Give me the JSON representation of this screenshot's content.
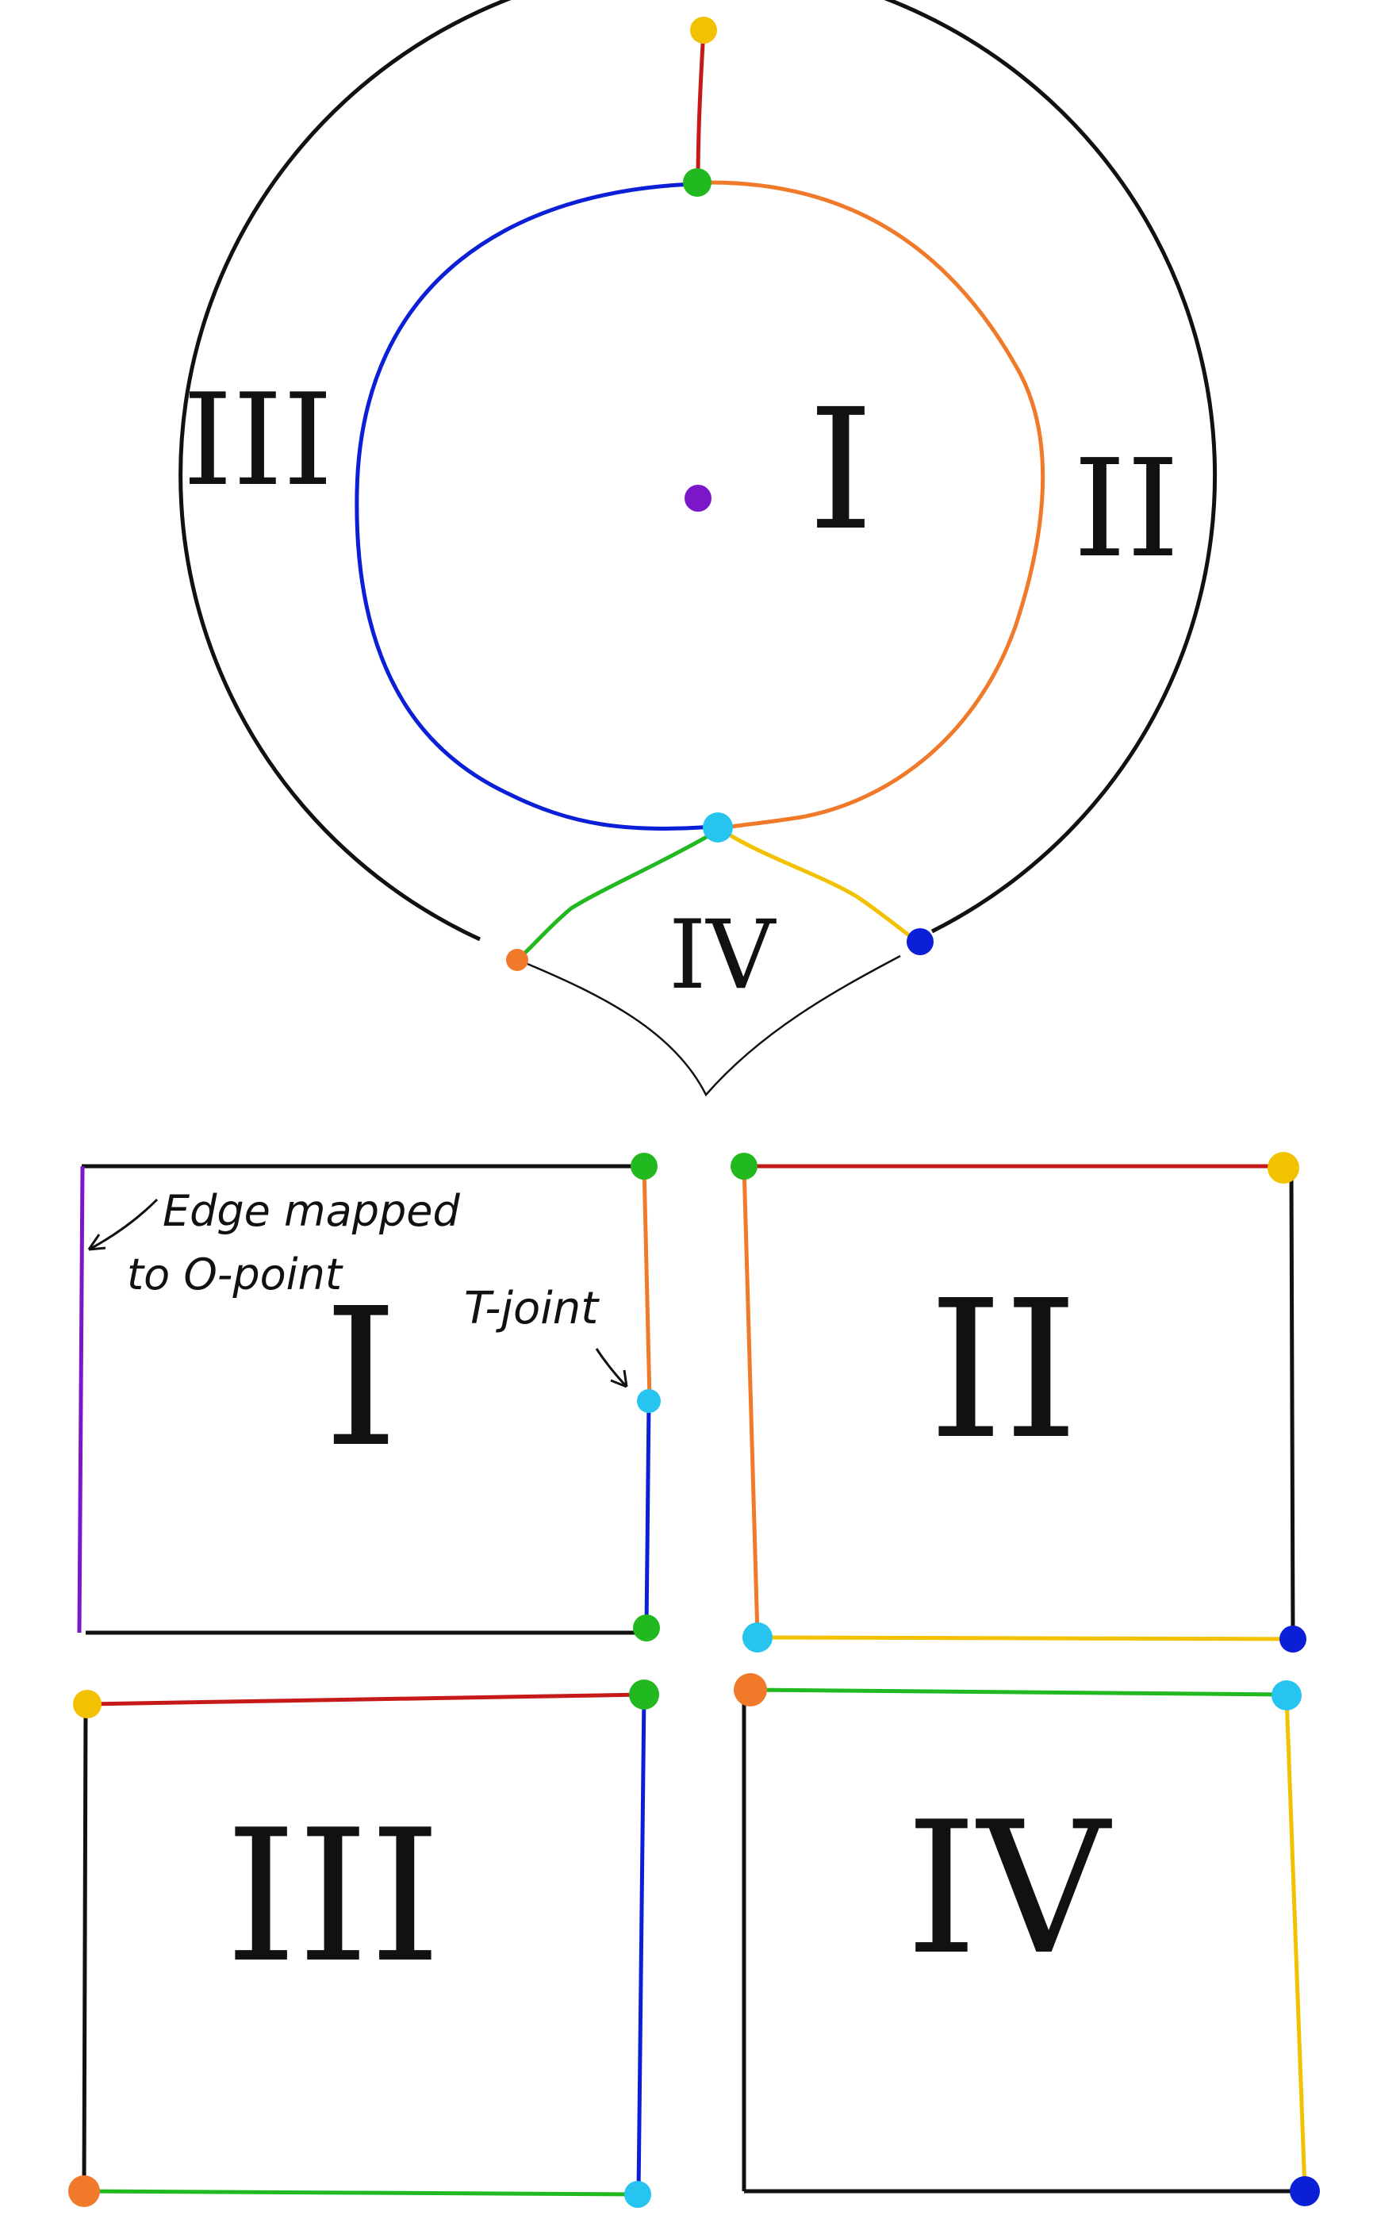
{
  "colors": {
    "black": "#111111",
    "red": "#c61a1a",
    "green": "#22b81f",
    "blue": "#0b1fd6",
    "orange": "#f07a2a",
    "yellow": "#f2c200",
    "cyan": "#26c4ee",
    "purple": "#7a18c9"
  },
  "labels": {
    "region_1": "I",
    "region_2": "II",
    "region_3": "III",
    "region_4": "IV"
  },
  "annotations": {
    "edge_line1": "Edge mapped",
    "edge_line2": "to O-point",
    "t_joint": "T-joint"
  },
  "icons": {
    "center_point": "center-point-dot",
    "arrow": "arrow-icon"
  }
}
